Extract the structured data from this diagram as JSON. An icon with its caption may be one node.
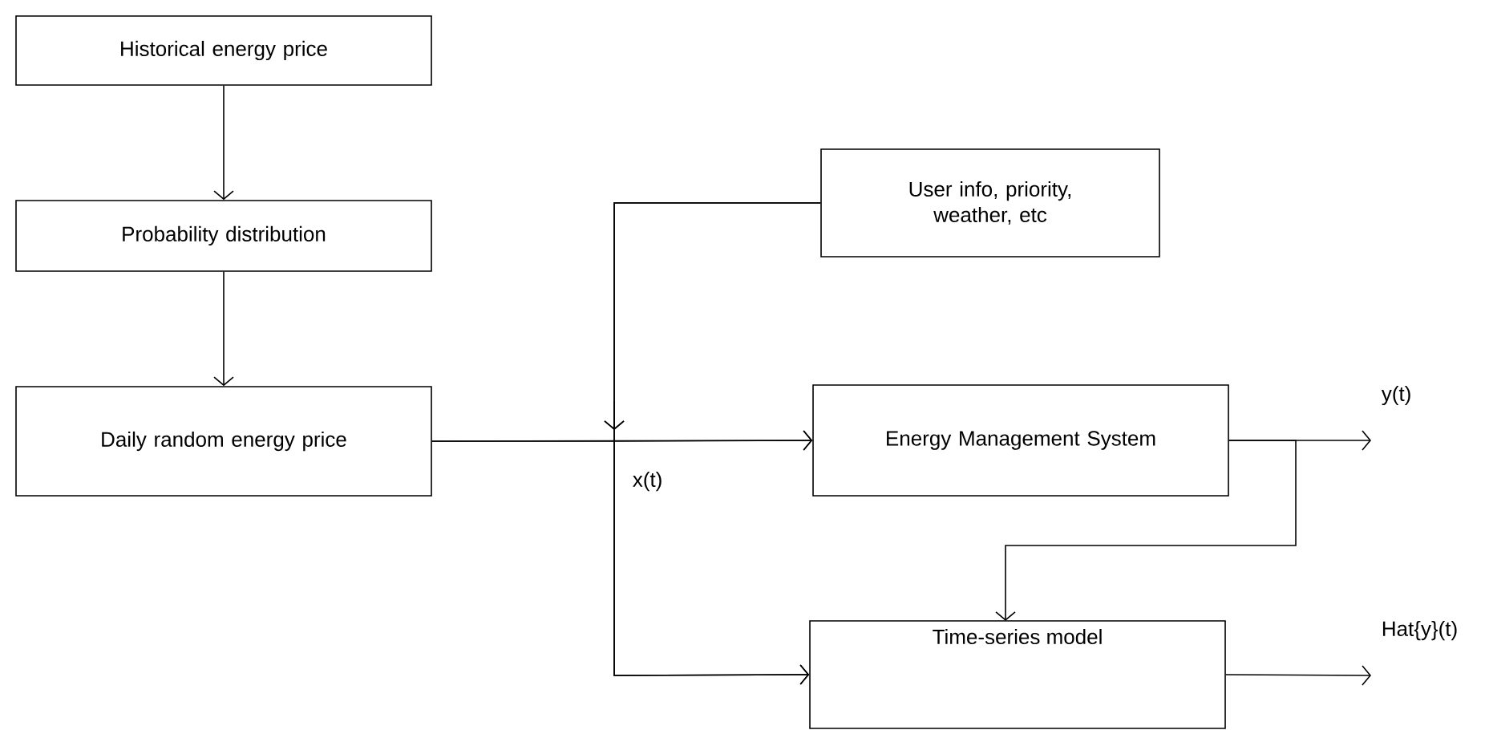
{
  "diagram": {
    "nodes": [
      {
        "text": [
          "Historical energy price"
        ]
      },
      {
        "text": [
          "Probability distribution"
        ]
      },
      {
        "text": [
          "Daily random energy price"
        ]
      },
      {
        "text": [
          "User info, priority, weather, etc"
        ]
      },
      {
        "text": [
          "Energy Management System"
        ]
      },
      {
        "text": [
          "Time-series model"
        ]
      }
    ],
    "edges": [
      {
        "from": 0,
        "to": 1,
        "arrow": "to"
      },
      {
        "from": 1,
        "to": 2,
        "arrow": "to"
      },
      {
        "from": 2,
        "to": 4,
        "arrow": "to"
      },
      {
        "from": 2,
        "to": 5,
        "arrow": "to",
        "label": "x(t)"
      },
      {
        "from": 3,
        "to": 4,
        "arrow": "to"
      },
      {
        "from": 3,
        "to": 5,
        "arrow": "to"
      },
      {
        "from": 4,
        "to": null,
        "arrow": "to",
        "label": "y(t)"
      },
      {
        "from": 4,
        "to": 5,
        "arrow": "to"
      },
      {
        "from": 5,
        "to": null,
        "arrow": "to",
        "label": "Hat{y}(t)"
      }
    ]
  }
}
